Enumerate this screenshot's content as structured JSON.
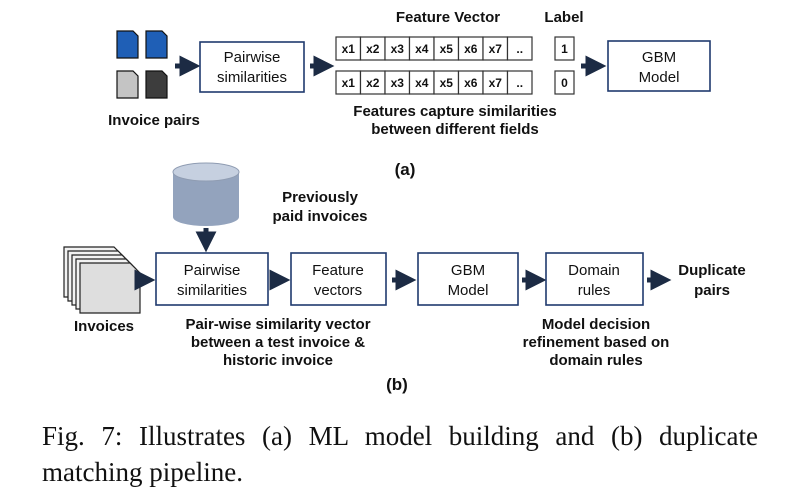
{
  "part_a": {
    "feature_vector_title": "Feature Vector",
    "label_title": "Label",
    "invoice_pairs_label": "Invoice pairs",
    "pairwise_box": [
      "Pairwise",
      "similarities"
    ],
    "features": [
      "x1",
      "x2",
      "x3",
      "x4",
      "x5",
      "x6",
      "x7",
      ".."
    ],
    "labels": [
      "1",
      "0"
    ],
    "note": [
      "Features capture similarities",
      "between different fields"
    ],
    "gbm_box": [
      "GBM",
      "Model"
    ],
    "tag": "(a)",
    "colors": {
      "doc_blue": "#1f5fb6",
      "doc_gray": "#c4c4c4",
      "doc_dark": "#3d3d3d",
      "box_border": "#1f3a6e"
    }
  },
  "part_b": {
    "db_label": [
      "Previously",
      "paid invoices"
    ],
    "invoices_label": "Invoices",
    "boxes": [
      [
        "Pairwise",
        "similarities"
      ],
      [
        "Feature",
        "vectors"
      ],
      [
        "GBM",
        "Model"
      ],
      [
        "Domain",
        "rules"
      ]
    ],
    "output_label": [
      "Duplicate",
      "pairs"
    ],
    "note_left": [
      "Pair-wise similarity vector",
      "between a test invoice &",
      "historic invoice"
    ],
    "note_right": [
      "Model decision",
      "refinement based on",
      "domain rules"
    ],
    "tag": "(b)",
    "colors": {
      "db_top": "#c6d0e0",
      "db_body": "#93a3bd",
      "arrow": "#1c2b44"
    }
  },
  "caption": "Fig. 7: Illustrates (a) ML model building and (b) duplicate matching pipeline."
}
